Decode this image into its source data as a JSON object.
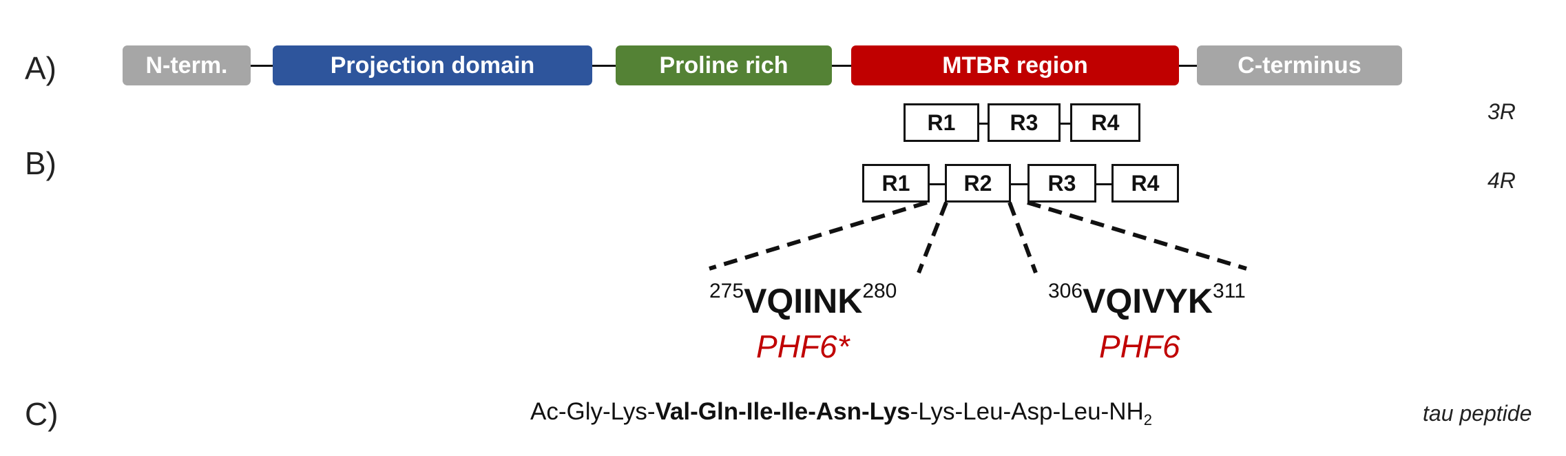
{
  "panels": {
    "a": "A)",
    "b": "B)",
    "c": "C)"
  },
  "domains": {
    "nterm": {
      "label": "N-term.",
      "color": "#a6a6a6"
    },
    "projection": {
      "label": "Projection domain",
      "color": "#2e559c"
    },
    "proline": {
      "label": "Proline rich",
      "color": "#548235"
    },
    "mtbr": {
      "label": "MTBR region",
      "color": "#c00000"
    },
    "cterm": {
      "label": "C-terminus",
      "color": "#a6a6a6"
    }
  },
  "isoform_3r": {
    "label": "3R",
    "repeats": [
      "R1",
      "R3",
      "R4"
    ]
  },
  "isoform_4r": {
    "label": "4R",
    "repeats": [
      "R1",
      "R2",
      "R3",
      "R4"
    ]
  },
  "motifs": {
    "phf6star": {
      "start": "275",
      "seq": "VQIINK",
      "end": "280",
      "name": "PHF6*"
    },
    "phf6": {
      "start": "306",
      "seq": "VQIVYK",
      "end": "311",
      "name": "PHF6"
    }
  },
  "peptide": {
    "prefix": "Ac-Gly-Lys-",
    "core": "Val-Gln-Ile-Ile-Asn-Lys",
    "suffix": "-Lys-Leu-Asp-Leu-NH",
    "subscript": "2",
    "label": "tau peptide"
  }
}
